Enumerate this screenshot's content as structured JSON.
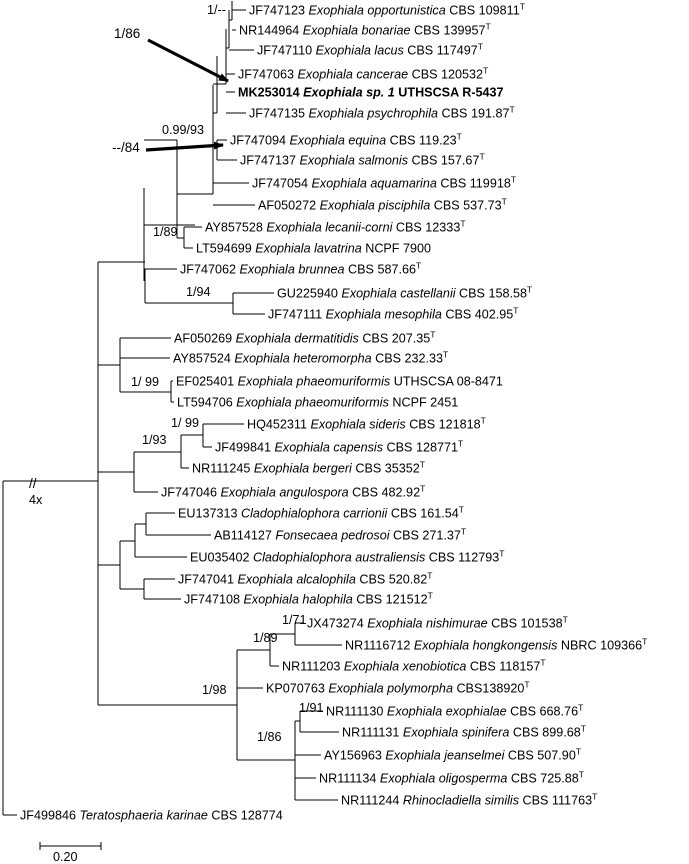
{
  "taxa": [
    {
      "key": "t01",
      "acc": "JF747123",
      "name": "Exophiala opportunistica",
      "strain": "CBS 109811",
      "type": "T",
      "bold": false
    },
    {
      "key": "t02",
      "acc": "NR144964",
      "name": "Exophiala bonariae",
      "strain": "CBS 139957",
      "type": "T",
      "bold": false
    },
    {
      "key": "t03",
      "acc": "JF747110",
      "name": "Exophiala lacus",
      "strain": "CBS 117497",
      "type": "T",
      "bold": false
    },
    {
      "key": "t04",
      "acc": "JF747063",
      "name": "Exophiala cancerae",
      "strain": "CBS 120532",
      "type": "T",
      "bold": false
    },
    {
      "key": "t05",
      "acc": "MK253014",
      "name": "Exophiala sp. 1",
      "strain": "UTHSCSA R-5437",
      "type": "",
      "bold": true
    },
    {
      "key": "t06",
      "acc": "JF747135",
      "name": "Exophiala psychrophila",
      "strain": "CBS 191.87",
      "type": "T",
      "bold": false
    },
    {
      "key": "t07",
      "acc": "JF747094",
      "name": "Exophiala equina",
      "strain": "CBS 119.23",
      "type": "T",
      "bold": false
    },
    {
      "key": "t08",
      "acc": "JF747137",
      "name": "Exophiala salmonis",
      "strain": "CBS 157.67",
      "type": "T",
      "bold": false
    },
    {
      "key": "t09",
      "acc": "JF747054",
      "name": "Exophiala aquamarina",
      "strain": "CBS 119918",
      "type": "T",
      "bold": false
    },
    {
      "key": "t10",
      "acc": "AF050272",
      "name": "Exophiala pisciphila",
      "strain": "CBS 537.73",
      "type": "T",
      "bold": false
    },
    {
      "key": "t11",
      "acc": "AY857528",
      "name": "Exophiala lecanii-corni",
      "strain": "CBS 12333",
      "type": "T",
      "bold": false
    },
    {
      "key": "t12",
      "acc": "LT594699",
      "name": "Exophiala lavatrina",
      "strain": " NCPF 7900",
      "type": "",
      "bold": false
    },
    {
      "key": "t13",
      "acc": "JF747062",
      "name": "Exophiala brunnea",
      "strain": "CBS 587.66",
      "type": "T",
      "bold": false
    },
    {
      "key": "t14",
      "acc": "GU225940",
      "name": "Exophiala castellanii",
      "strain": "CBS 158.58",
      "type": "T",
      "bold": false
    },
    {
      "key": "t15",
      "acc": "JF747111",
      "name": "Exophiala mesophila",
      "strain": "CBS 402.95",
      "type": "T",
      "bold": false
    },
    {
      "key": "t16",
      "acc": "AF050269",
      "name": "Exophiala dermatitidis",
      "strain": "CBS 207.35",
      "type": "T",
      "bold": false
    },
    {
      "key": "t17",
      "acc": "AY857524",
      "name": "Exophiala heteromorpha",
      "strain": "CBS 232.33",
      "type": "T",
      "bold": false
    },
    {
      "key": "t18",
      "acc": "EF025401",
      "name": "Exophiala phaeomuriformis",
      "strain": "UTHSCSA 08-8471",
      "type": "",
      "bold": false
    },
    {
      "key": "t19",
      "acc": "LT594706",
      "name": "Exophiala phaeomuriformis",
      "strain": " NCPF 2451",
      "type": "",
      "bold": false
    },
    {
      "key": "t20",
      "acc": "HQ452311",
      "name": "Exophiala sideris",
      "strain": "CBS 121818",
      "type": "T",
      "bold": false
    },
    {
      "key": "t21",
      "acc": "JF499841",
      "name": "Exophiala capensis",
      "strain": "CBS 128771",
      "type": "T",
      "bold": false
    },
    {
      "key": "t22",
      "acc": "NR111245",
      "name": "Exophiala bergeri",
      "strain": "CBS 35352",
      "type": "T",
      "bold": false
    },
    {
      "key": "t23",
      "acc": "JF747046",
      "name": "Exophiala angulospora",
      "strain": "CBS 482.92",
      "type": "T",
      "bold": false
    },
    {
      "key": "t24",
      "acc": "EU137313",
      "name": "Cladophialophora carrionii",
      "strain": "CBS 161.54",
      "type": "T",
      "bold": false
    },
    {
      "key": "t25",
      "acc": "AB114127",
      "name": "Fonsecaea pedrosoi",
      "strain": "CBS 271.37",
      "type": "T",
      "bold": false
    },
    {
      "key": "t26",
      "acc": "EU035402",
      "name": "Cladophialophora australiensis",
      "strain": "CBS 112793",
      "type": "T",
      "bold": false
    },
    {
      "key": "t27",
      "acc": "JF747041",
      "name": "Exophiala alcalophila",
      "strain": "CBS 520.82",
      "type": "T",
      "bold": false
    },
    {
      "key": "t28",
      "acc": "JF747108",
      "name": "Exophiala halophila",
      "strain": "CBS 121512",
      "type": "T",
      "bold": false
    },
    {
      "key": "t29",
      "acc": "JX473274",
      "name": "Exophiala nishimurae",
      "strain": "CBS 101538",
      "type": "T",
      "bold": false
    },
    {
      "key": "t30",
      "acc": "NR1116712",
      "name": "Exophiala hongkongensis",
      "strain": "NBRC 109366",
      "type": "T",
      "bold": false
    },
    {
      "key": "t31",
      "acc": "NR111203",
      "name": "Exophiala xenobiotica",
      "strain": "CBS 118157",
      "type": "T",
      "bold": false
    },
    {
      "key": "t32",
      "acc": "KP070763",
      "name": "Exophiala polymorpha",
      "strain": " CBS138920",
      "type": "T",
      "bold": false
    },
    {
      "key": "t33",
      "acc": "NR111130",
      "name": "Exophiala exophialae",
      "strain": "CBS 668.76",
      "type": "T",
      "bold": false
    },
    {
      "key": "t34",
      "acc": "NR111131",
      "name": "Exophiala spinifera",
      "strain": "CBS 899.68",
      "type": "T",
      "bold": false
    },
    {
      "key": "t35",
      "acc": "AY156963",
      "name": "Exophiala jeanselmei",
      "strain": "CBS 507.90",
      "type": "T",
      "bold": false
    },
    {
      "key": "t36",
      "acc": "NR111134",
      "name": "Exophiala oligosperma",
      "strain": "CBS 725.88",
      "type": "T",
      "bold": false
    },
    {
      "key": "t37",
      "acc": "NR111244",
      "name": "Rhinocladiella similis",
      "strain": "CBS 111763",
      "type": "T",
      "bold": false
    },
    {
      "key": "t38",
      "acc": "JF499846",
      "name": "Teratosphaeria karinae",
      "strain": "CBS 128774",
      "type": "",
      "bold": false
    }
  ],
  "support": {
    "s_1dash": "1/--",
    "s_099_93": "0.99/93",
    "s_1_89a": "1/89",
    "s_1_94": "1/94",
    "s_1_99a": "1/ 99",
    "s_1_99b": "1/ 99",
    "s_1_93": "1/93",
    "s_1_71": "1/71",
    "s_1_89b": "1/89",
    "s_1_98": "1/98",
    "s_1_91": "1/91",
    "s_1_86": "1/86"
  },
  "arrows": {
    "upper": "1/86",
    "lower": "--/84"
  },
  "root_break": {
    "mark": "//",
    "factor": "4x"
  },
  "scale_bar": {
    "value": 0.2,
    "label": "0.20"
  }
}
